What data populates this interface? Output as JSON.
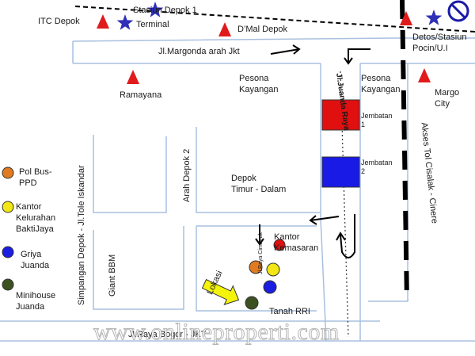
{
  "landmarks": {
    "itc_depok": "ITC Depok",
    "stasiun_depok1": "Stasiun Depok 1",
    "terminal": "Terminal",
    "dmal_depok": "D’Mal Depok",
    "detos": "Detos/Stasiun\nPocin/U.I",
    "ramayana": "Ramayana",
    "pesona_kayangan_left": "Pesona\nKayangan",
    "pesona_kayangan_right": "Pesona\nKayangan",
    "margo_city": "Margo\nCity",
    "jembatan_1": "Jembatan\n1",
    "jembatan_2": "Jembatan\n2",
    "depok_timur": "Depok\nTimur - Dalam",
    "kantor_kemasaran": "Kantor\nKemasaran",
    "giant_bbm": "Giant\nBBM",
    "tanah_rri": "Tanah RRI",
    "lokasi": "Lokasi"
  },
  "roads": {
    "margonda": "Jl.Margonda arah Jkt",
    "juanda": "Jl.Juanda Raya",
    "tol": "Akses Tol Cisalak - Cinere",
    "arah_depok2": "Arah Depok 2",
    "simpangan": "Simpangan Depok - Jl.Tole Iskandar",
    "cimanuk": "Jl.Raya Cimanuk",
    "bogor": "Jl.Raya Bogor - JKT"
  },
  "legend": [
    {
      "label": "Pol Bus-\nPPD",
      "color": "#e07b22"
    },
    {
      "label": "Kantor\nKelurahan\nBaktiJaya",
      "color": "#f2e614"
    },
    {
      "label": "Griya\nJuanda",
      "color": "#1b1ee0"
    },
    {
      "label": "Minihouse\nJuanda",
      "color": "#3b5220"
    }
  ],
  "watermark": "www.onlineproperti.com",
  "colors": {
    "road_line": "#a9c0e0",
    "landmark_triangle": "#e01b1b",
    "station_star": "#2f2fb8",
    "jembatan_1": "#e01010",
    "jembatan_2": "#1a1ae6",
    "kantor_dot": "#e01010",
    "lokasi_arrow": "#f4f40a",
    "no_entry_sign": "#1a1aa8"
  }
}
